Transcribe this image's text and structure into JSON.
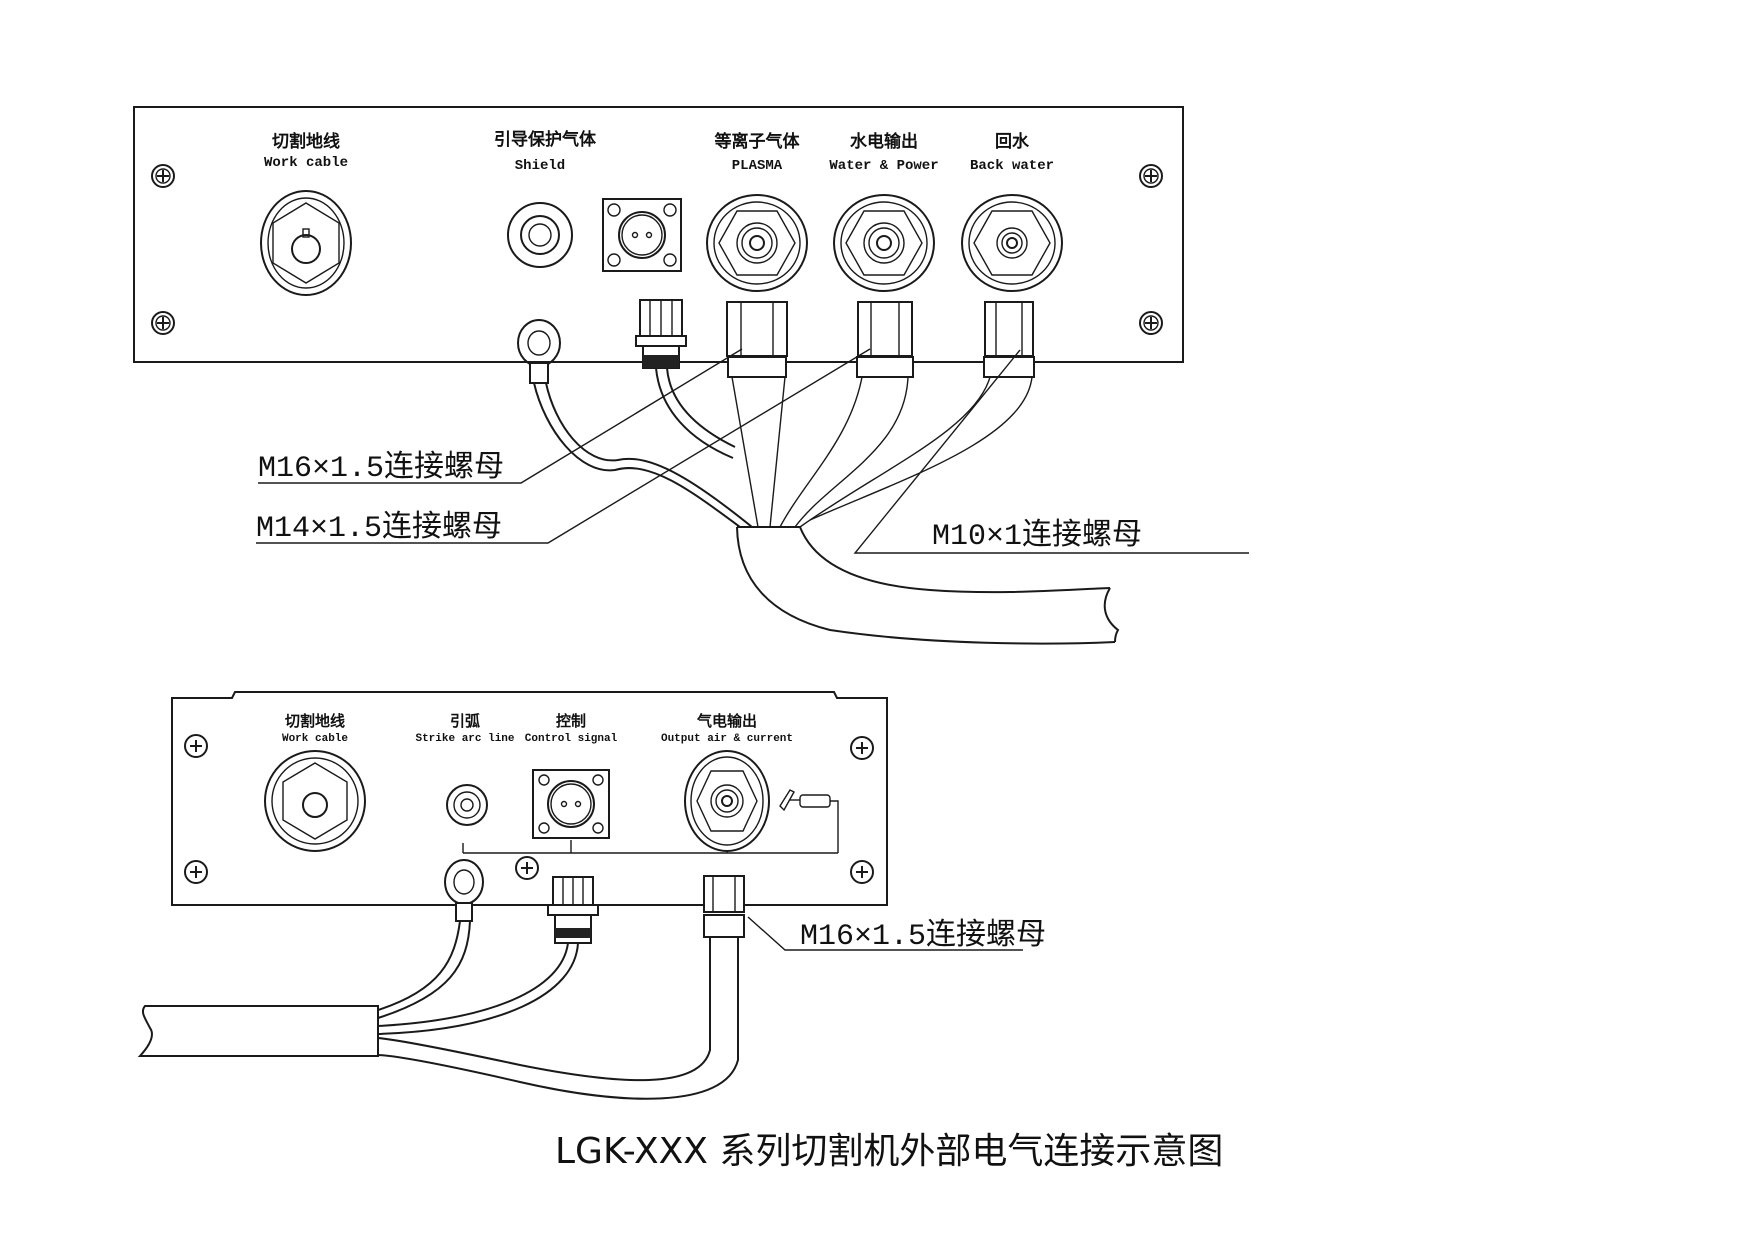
{
  "title": "LGK-XXX 系列切割机外部电气连接示意图",
  "top_panel": {
    "labels": [
      {
        "cn": "切割地线",
        "en": "Work cable"
      },
      {
        "cn": "引导保护气体",
        "en": "Shield"
      },
      {
        "cn": "等离子气体",
        "en": "PLASMA"
      },
      {
        "cn": "水电输出",
        "en": "Water & Power"
      },
      {
        "cn": "回水",
        "en": "Back water"
      }
    ],
    "callouts": [
      "M16×1.5连接螺母",
      "M14×1.5连接螺母",
      "M10×1连接螺母"
    ]
  },
  "bottom_panel": {
    "labels": [
      {
        "cn": "切割地线",
        "en": "Work cable"
      },
      {
        "cn": "引弧",
        "en": "Strike arc line"
      },
      {
        "cn": "控制",
        "en": "Control signal"
      },
      {
        "cn": "气电输出",
        "en": "Output air & current"
      }
    ],
    "callouts": [
      "M16×1.5连接螺母"
    ]
  }
}
